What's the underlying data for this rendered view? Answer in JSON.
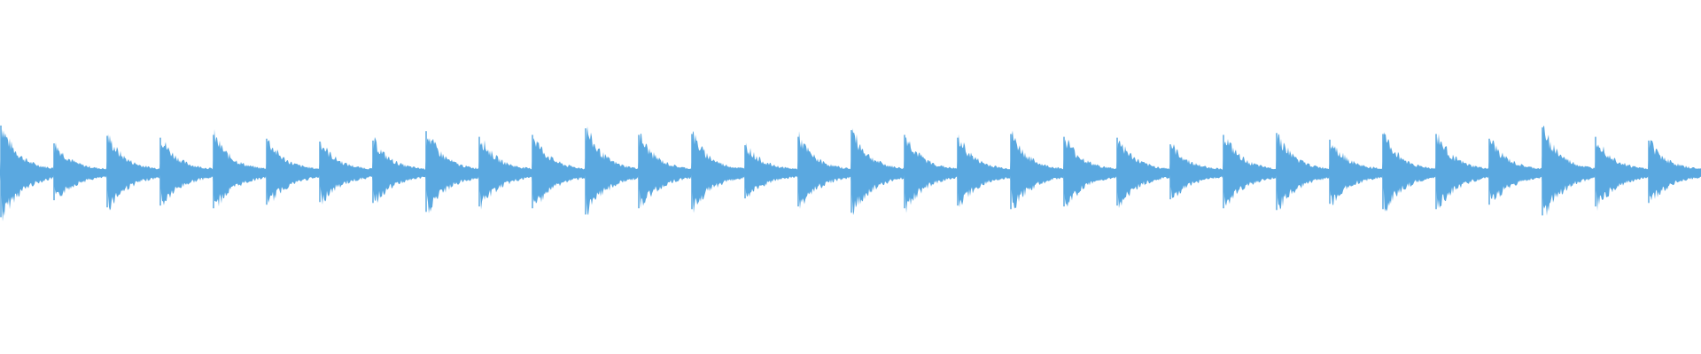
{
  "waveform": {
    "color": "#5aa8e0",
    "background": "#ffffff",
    "hit_count": 32,
    "hit_peaks": [
      1.0,
      0.62,
      0.78,
      0.74,
      0.8,
      0.72,
      0.66,
      0.68,
      0.88,
      0.76,
      0.8,
      0.94,
      0.8,
      0.82,
      0.58,
      0.76,
      0.9,
      0.8,
      0.74,
      0.82,
      0.76,
      0.74,
      0.6,
      0.8,
      0.84,
      0.7,
      0.82,
      0.82,
      0.72,
      0.96,
      0.76,
      0.68
    ],
    "decay_depth": 0.05
  }
}
